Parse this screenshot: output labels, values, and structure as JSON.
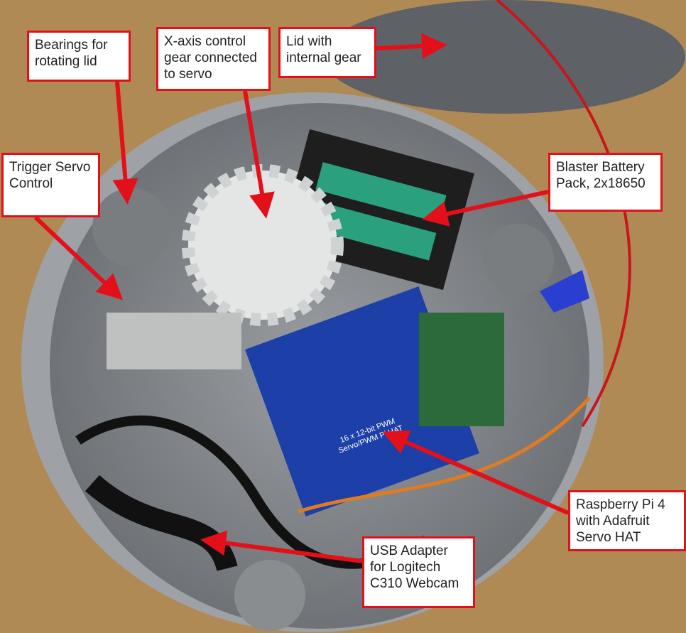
{
  "labels": {
    "bearings": "Bearings for rotating lid",
    "xaxis_gear": "X-axis control gear connected to servo",
    "lid_gear": "Lid with internal gear",
    "trigger_servo": "Trigger Servo Control",
    "battery": "Blaster Battery Pack, 2x18650",
    "raspberry_pi": "Raspberry Pi 4 with Adafruit Servo HAT",
    "usb_adapter": "USB Adapter for Logitech  C310 Webcam"
  },
  "board_text": "16 x 12-bit PWM Servo/PWM Pi HAT",
  "colors": {
    "annotation_red": "#e3101a",
    "box_fill": "#ffffff",
    "housing_gray": "#8d9094",
    "board_blue": "#1c3fa8",
    "table_wood": "#b08a55"
  }
}
